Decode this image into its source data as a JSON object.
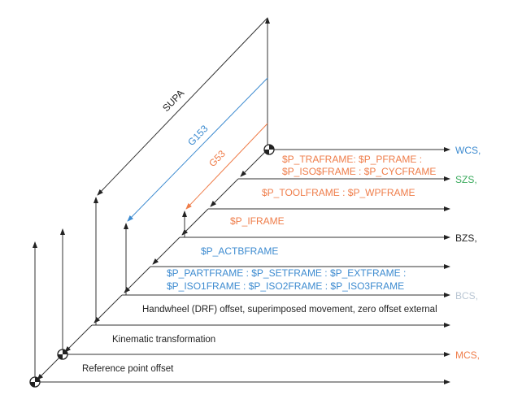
{
  "labels": {
    "supa": "SUPA",
    "g153": "G153",
    "g53": "G53",
    "wcs": "WCS,",
    "szs": "SZS,",
    "bzs": "BZS,",
    "bcs": "BCS,",
    "mcs": "MCS,",
    "traframe_line1": "$P_TRAFRAME: $P_PFRAME :",
    "traframe_line2": "$P_ISO$FRAME : $P_CYCFRAME",
    "toolframe": "$P_TOOLFRAME : $P_WPFRAME",
    "iframe": "$P_IFRAME",
    "actbframe": "$P_ACTBFRAME",
    "partframe_line1": "$P_PARTFRAME : $P_SETFRAME : $P_EXTFRAME :",
    "partframe_line2": "$P_ISO1FRAME : $P_ISO2FRAME : $P_ISO3FRAME",
    "handwheel": "Handwheel (DRF) offset, superimposed movement, zero offset external",
    "kinematic": "Kinematic transformation",
    "reference": "Reference point offset"
  },
  "colors": {
    "orange": "#ef7d4a",
    "blue": "#3d8bd0",
    "green": "#3aaa5c",
    "grey": "#b9c6d3",
    "black": "#222222"
  }
}
